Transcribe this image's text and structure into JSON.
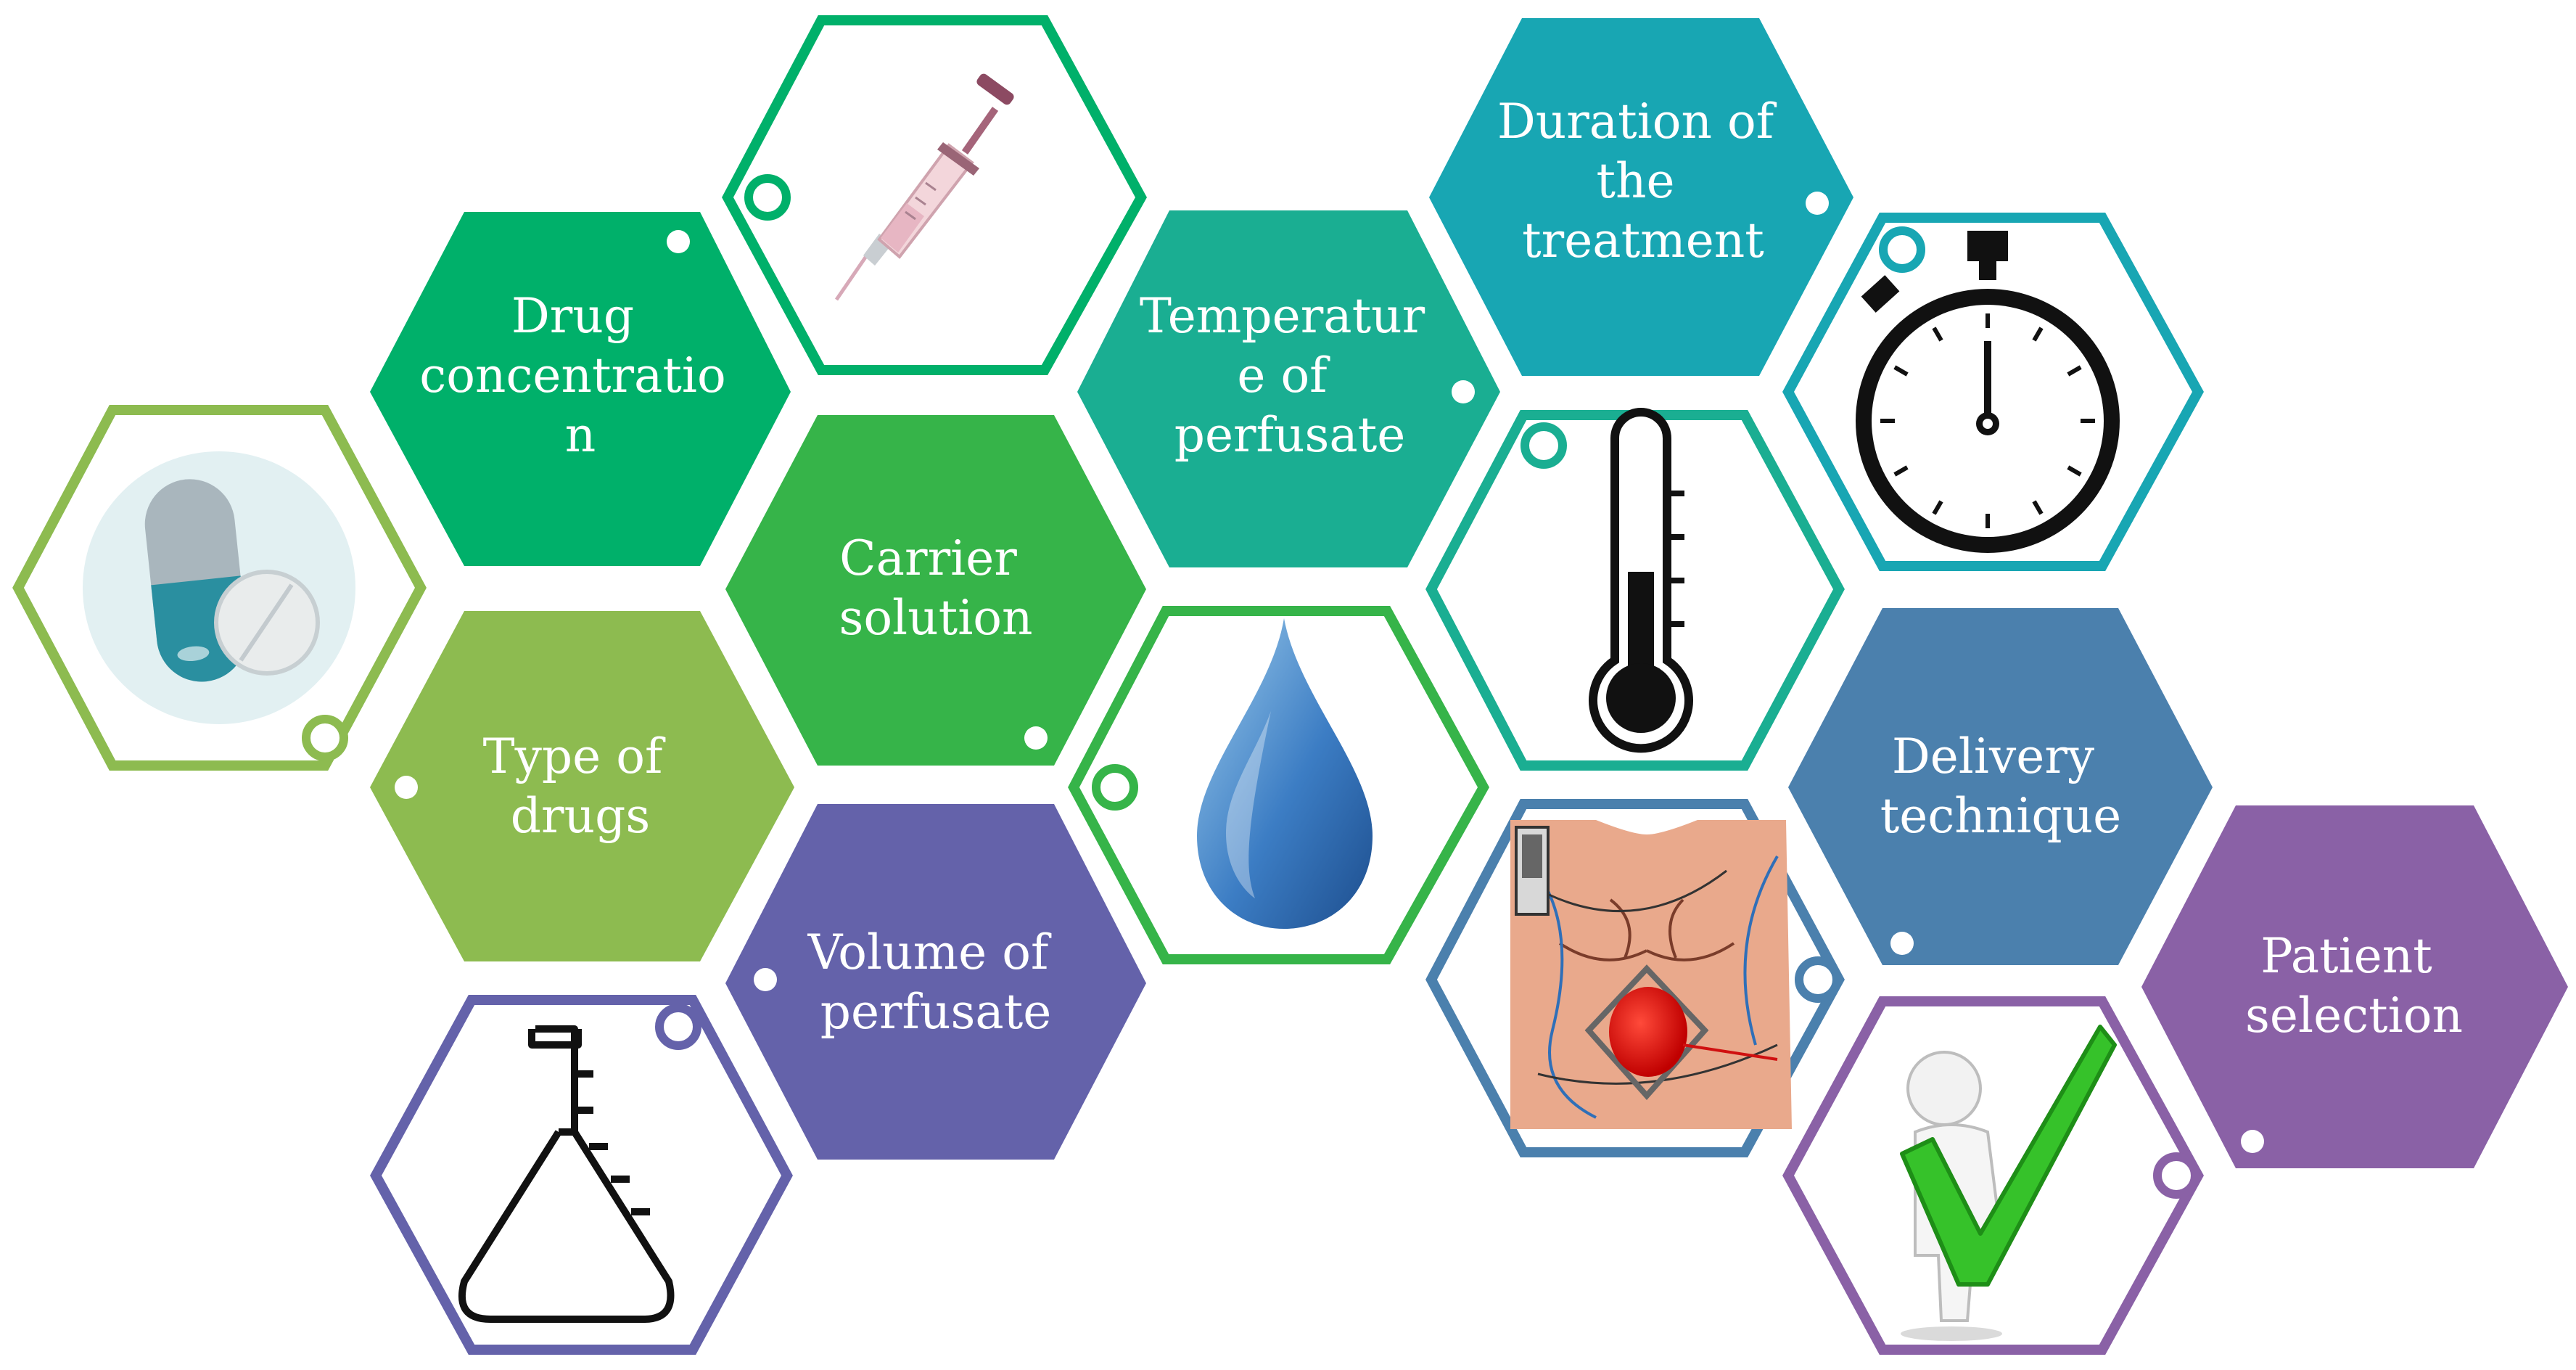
{
  "colors": {
    "light_green": "#8DBB50",
    "green": "#36B449",
    "dark_green": "#00B06A",
    "teal": "#1AAE92",
    "blue_teal": "#18A6B3",
    "steel_blue": "#4B80AD",
    "indigo": "#6462AA",
    "purple": "#8A61A6"
  },
  "factors": [
    {
      "id": "drug-concentration",
      "lines": [
        "Drug",
        "concentratio",
        "n"
      ],
      "color": "dark_green"
    },
    {
      "id": "carrier-solution",
      "lines": [
        "Carrier",
        "solution"
      ],
      "color": "green"
    },
    {
      "id": "type-of-drugs",
      "lines": [
        "Type of",
        "drugs"
      ],
      "color": "light_green"
    },
    {
      "id": "volume-of-perfusate",
      "lines": [
        "Volume of",
        "perfusate"
      ],
      "color": "indigo"
    },
    {
      "id": "temperature-of-perfusate",
      "lines": [
        "Temperatur",
        "e of",
        "perfusate"
      ],
      "color": "teal"
    },
    {
      "id": "duration-of-treatment",
      "lines": [
        "Duration of",
        "the",
        "treatment"
      ],
      "color": "blue_teal"
    },
    {
      "id": "delivery-technique",
      "lines": [
        "Delivery",
        "technique"
      ],
      "color": "steel_blue"
    },
    {
      "id": "patient-selection",
      "lines": [
        "Patient",
        "selection"
      ],
      "color": "purple"
    }
  ],
  "icons": [
    {
      "id": "pills",
      "name": "pills-icon",
      "color": "light_green"
    },
    {
      "id": "syringe",
      "name": "syringe-icon",
      "color": "dark_green"
    },
    {
      "id": "flask",
      "name": "flask-icon",
      "color": "indigo"
    },
    {
      "id": "drop",
      "name": "water-drop-icon",
      "color": "green"
    },
    {
      "id": "thermometer",
      "name": "thermometer-icon",
      "color": "teal"
    },
    {
      "id": "stopwatch",
      "name": "stopwatch-icon",
      "color": "blue_teal"
    },
    {
      "id": "torso",
      "name": "torso-electrodes-icon",
      "color": "steel_blue"
    },
    {
      "id": "checkmark",
      "name": "person-checkmark-icon",
      "color": "purple"
    }
  ]
}
